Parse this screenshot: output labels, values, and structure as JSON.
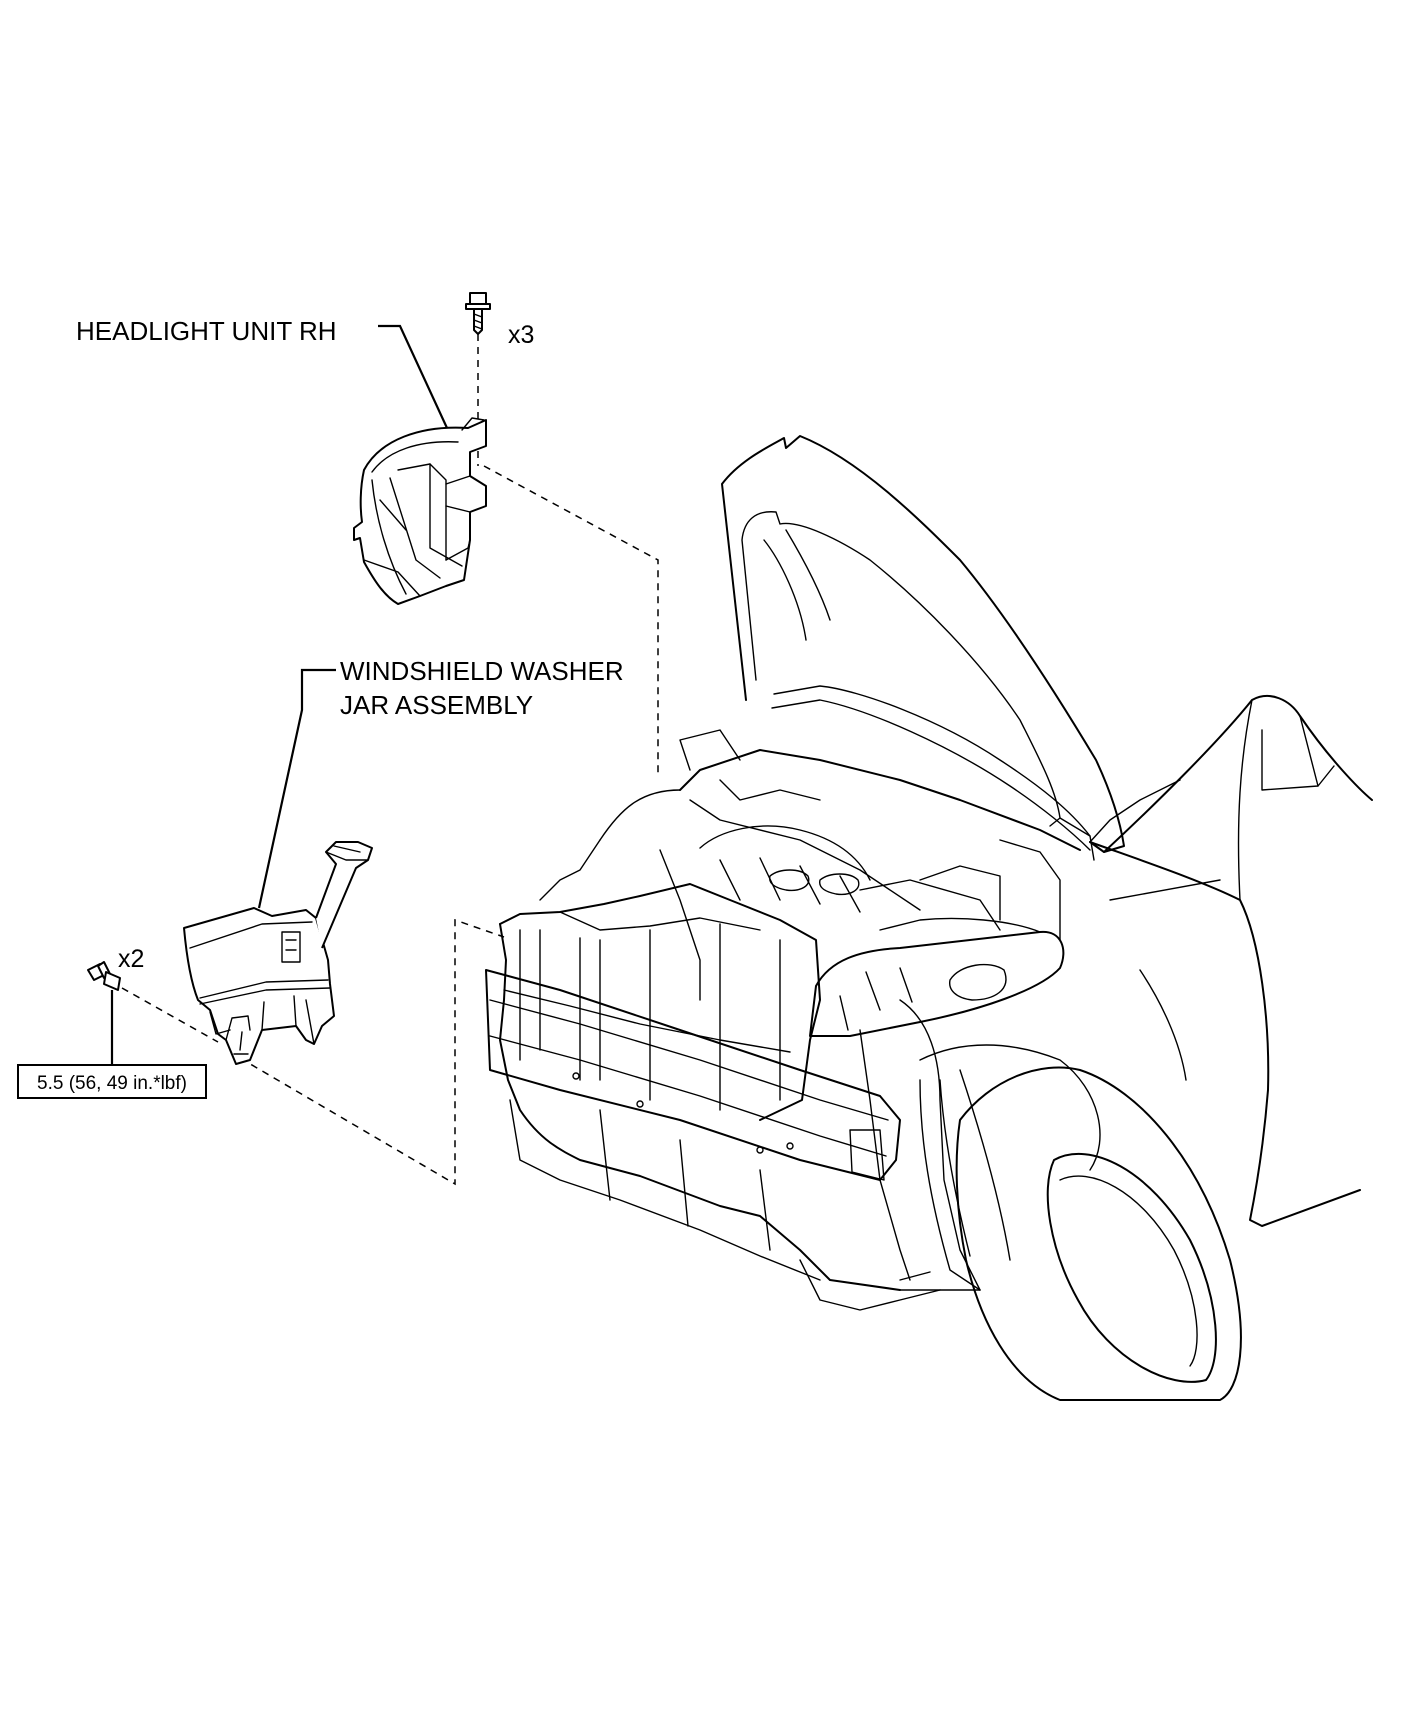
{
  "labels": {
    "headlight": "HEADLIGHT UNIT RH",
    "washer_line1": "WINDSHIELD WASHER",
    "washer_line2": "JAR ASSEMBLY",
    "headlight_bolt_qty": "x3",
    "washer_bolt_qty": "x2",
    "torque_spec": "5.5 (56, 49 in.*lbf)"
  },
  "icons": {
    "headlight_bolt": "bolt-icon",
    "washer_bolt": "bolt-icon"
  },
  "colors": {
    "line": "#000000",
    "background": "#ffffff"
  }
}
